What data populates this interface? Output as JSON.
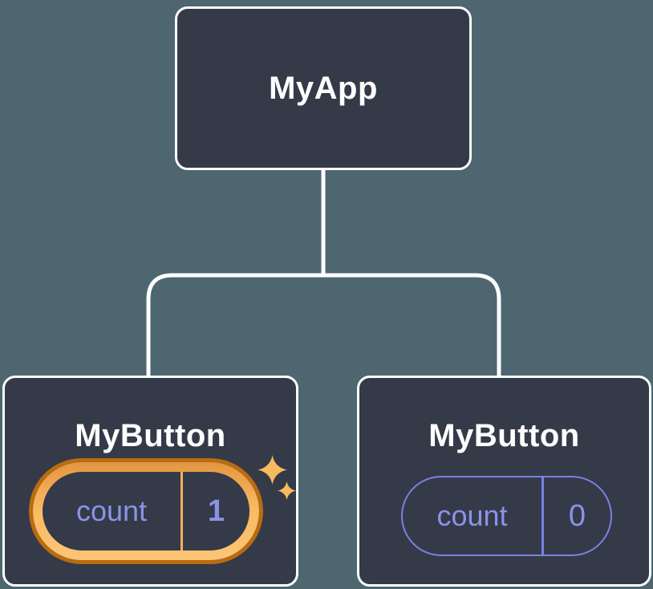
{
  "diagram": {
    "type": "component-tree",
    "root": {
      "label": "MyApp"
    },
    "children": [
      {
        "label": "MyButton",
        "state": {
          "key": "count",
          "value": "1"
        },
        "highlighted": true,
        "decoration": "sparkles-icon"
      },
      {
        "label": "MyButton",
        "state": {
          "key": "count",
          "value": "0"
        },
        "highlighted": false
      }
    ]
  },
  "colors": {
    "background": "#4D666F",
    "card_fill": "#353A48",
    "card_border": "#FFFFFF",
    "connector": "#FFFFFF",
    "state_text": "#8A93E8",
    "state_pill_border": "#7A81E3",
    "highlight_band": "#F9BA62",
    "highlight_outline": "#B96C10",
    "sparkle": "#F8BA5F"
  }
}
